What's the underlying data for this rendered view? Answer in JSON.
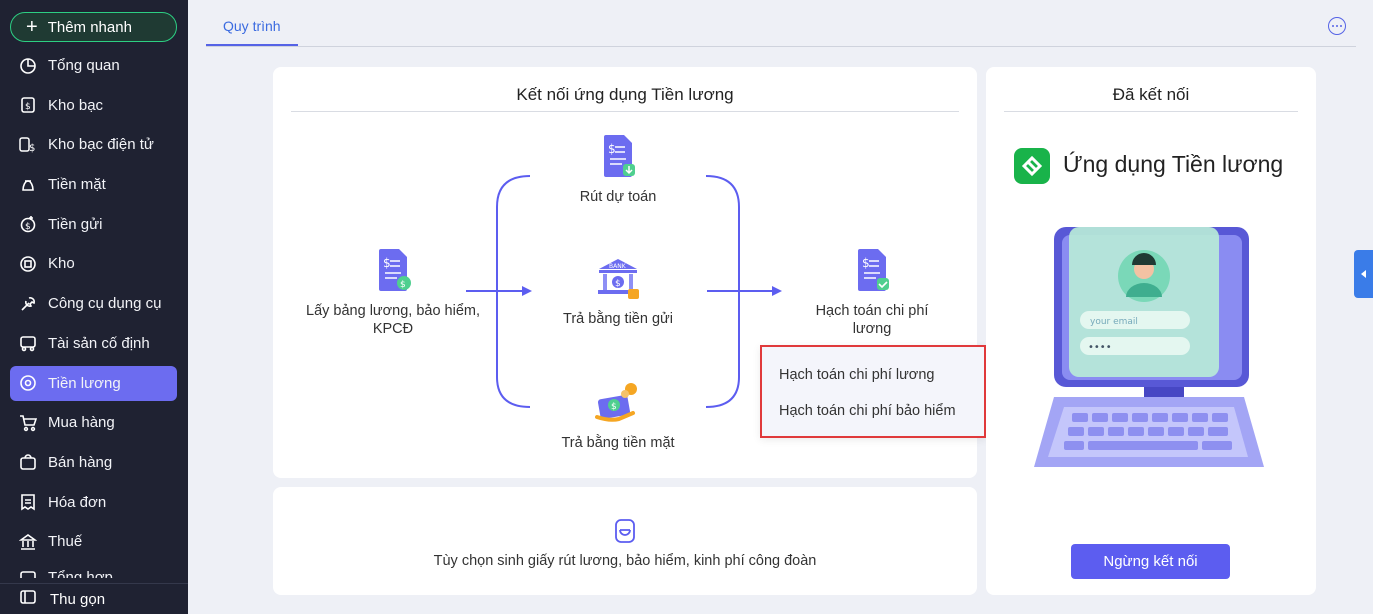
{
  "sidebar": {
    "quick_add": "Thêm nhanh",
    "items": [
      {
        "label": "Tổng quan",
        "icon": "chart-pie-icon"
      },
      {
        "label": "Kho bạc",
        "icon": "treasury-icon"
      },
      {
        "label": "Kho bạc điện tử",
        "icon": "e-treasury-icon"
      },
      {
        "label": "Tiền mặt",
        "icon": "cash-icon"
      },
      {
        "label": "Tiền gửi",
        "icon": "deposit-icon"
      },
      {
        "label": "Kho",
        "icon": "warehouse-icon"
      },
      {
        "label": "Công cụ dụng cụ",
        "icon": "tools-icon"
      },
      {
        "label": "Tài sản cố định",
        "icon": "fixed-assets-icon"
      },
      {
        "label": "Tiền lương",
        "icon": "salary-icon",
        "active": true
      },
      {
        "label": "Mua hàng",
        "icon": "cart-icon"
      },
      {
        "label": "Bán hàng",
        "icon": "sales-icon"
      },
      {
        "label": "Hóa đơn",
        "icon": "invoice-icon"
      },
      {
        "label": "Thuế",
        "icon": "tax-icon"
      },
      {
        "label": "Tổng hợp",
        "icon": "summary-icon"
      }
    ],
    "collapse": "Thu gọn"
  },
  "header": {
    "tab": "Quy trình"
  },
  "main": {
    "title": "Kết nối ứng dụng Tiền lương",
    "nodes": {
      "source": "Lấy bảng lương, bảo hiểm, KPCĐ",
      "withdraw": "Rút dự toán",
      "bank_transfer": "Trả bằng tiền gửi",
      "cash_pay": "Trả bằng tiền mặt",
      "accounting": "Hạch toán chi phí lương"
    },
    "dropdown": [
      "Hạch toán chi phí lương",
      "Hạch toán chi phí bảo hiểm"
    ]
  },
  "bottom": {
    "text": "Tùy chọn sinh giấy rút lương, bảo hiểm, kinh phí công đoàn"
  },
  "right": {
    "title": "Đã kết nối",
    "app_name": "Ứng dụng Tiền lương",
    "illustration": {
      "email_placeholder": "your email",
      "password_mask": "••••"
    },
    "button": "Ngừng kết nối"
  },
  "colors": {
    "accent": "#6c6cf0",
    "sidebar": "#1f2232",
    "brand_green": "#19b34a",
    "highlight": "#e0393b"
  }
}
